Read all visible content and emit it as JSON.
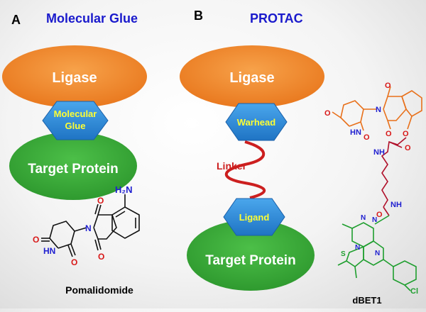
{
  "panel_a": {
    "letter": "A",
    "title": "Molecular Glue",
    "ligase": "Ligase",
    "glue_line1": "Molecular",
    "glue_line2": "Glue",
    "target": "Target Protein",
    "molecule_name": "Pomalidomide",
    "atoms": {
      "nh2": "H₂N",
      "hn": "HN",
      "n": "N",
      "o_left": "O",
      "o_top": "O",
      "o_bottom": "O",
      "o_ring": "O"
    }
  },
  "panel_b": {
    "letter": "B",
    "title": "PROTAC",
    "ligase": "Ligase",
    "warhead": "Warhead",
    "linker": "Linker",
    "ligand": "Ligand",
    "target": "Target Protein",
    "molecule_name": "dBET1",
    "atoms": {
      "o_top": "O",
      "o_left": "O",
      "hn": "HN",
      "o_glut": "O",
      "n_imide": "N",
      "o_imide": "O",
      "o_ether": "O",
      "o_amide1": "O",
      "nh1": "NH",
      "nh2": "NH",
      "o_amide2": "O",
      "n1": "N",
      "n2": "N",
      "n3": "N",
      "n4": "N",
      "s": "S",
      "cl": "Cl"
    }
  },
  "colors": {
    "title": "#1a1acc",
    "ligase": "#f08a2c",
    "hexagon": "#2b86d6",
    "target": "#3aa33a",
    "linker": "#cc1f1f",
    "warhead_part": "#e8701a",
    "linker_part": "#b0102a",
    "ligand_part": "#1e9e2e",
    "atom_n": "#2020d0",
    "atom_o": "#d81818"
  }
}
